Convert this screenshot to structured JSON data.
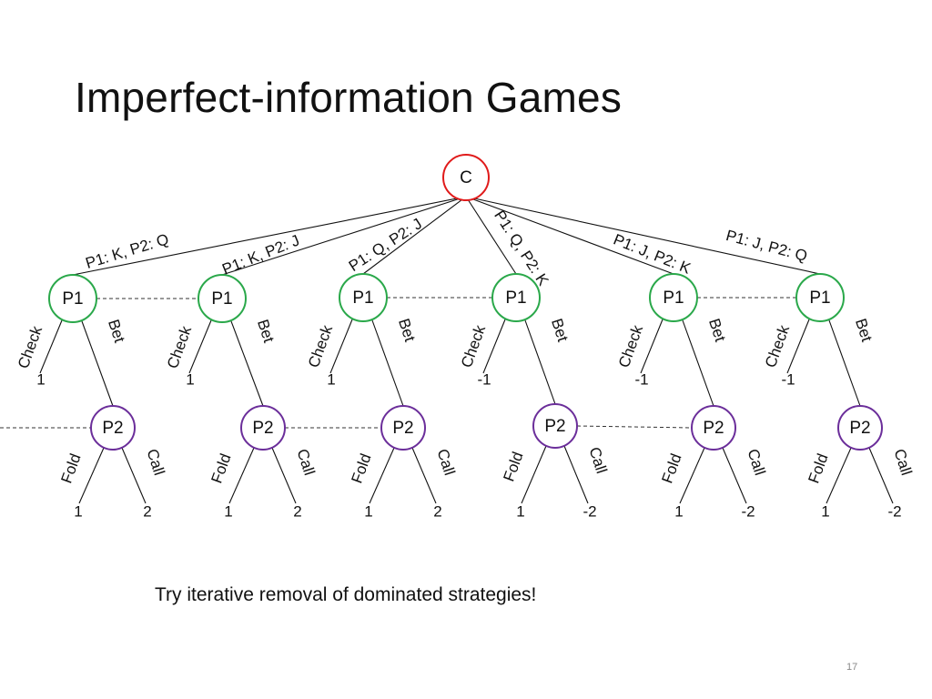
{
  "slide": {
    "title": "Imperfect-information Games",
    "note": "Try iterative removal of dominated strategies!",
    "page_number": "17"
  },
  "colors": {
    "chance_node": "#e01a1a",
    "p1_node": "#2aa84a",
    "p2_node": "#6b2e9a"
  },
  "tree": {
    "root_label": "C",
    "deals": [
      {
        "deal": "P1: K, P2: Q",
        "p1": "P1",
        "p2": "P2",
        "check": "Check",
        "bet": "Bet",
        "fold": "Fold",
        "call": "Call",
        "check_payoff": "1",
        "fold_payoff": "1",
        "call_payoff": "2"
      },
      {
        "deal": "P1: K, P2: J",
        "p1": "P1",
        "p2": "P2",
        "check": "Check",
        "bet": "Bet",
        "fold": "Fold",
        "call": "Call",
        "check_payoff": "1",
        "fold_payoff": "1",
        "call_payoff": "2"
      },
      {
        "deal": "P1: Q, P2: J",
        "p1": "P1",
        "p2": "P2",
        "check": "Check",
        "bet": "Bet",
        "fold": "Fold",
        "call": "Call",
        "check_payoff": "1",
        "fold_payoff": "1",
        "call_payoff": "2"
      },
      {
        "deal": "P1: Q, P2: K",
        "p1": "P1",
        "p2": "P2",
        "check": "Check",
        "bet": "Bet",
        "fold": "Fold",
        "call": "Call",
        "check_payoff": "-1",
        "fold_payoff": "1",
        "call_payoff": "-2"
      },
      {
        "deal": "P1: J, P2: K",
        "p1": "P1",
        "p2": "P2",
        "check": "Check",
        "bet": "Bet",
        "fold": "Fold",
        "call": "Call",
        "check_payoff": "-1",
        "fold_payoff": "1",
        "call_payoff": "-2"
      },
      {
        "deal": "P1: J, P2: Q",
        "p1": "P1",
        "p2": "P2",
        "check": "Check",
        "bet": "Bet",
        "fold": "Fold",
        "call": "Call",
        "check_payoff": "-1",
        "fold_payoff": "1",
        "call_payoff": "-2"
      }
    ],
    "p1_information_sets": [
      [
        0,
        1
      ],
      [
        2,
        3
      ],
      [
        4,
        5
      ]
    ],
    "p2_information_sets": [
      [
        1,
        2
      ],
      [
        3,
        4
      ]
    ]
  }
}
